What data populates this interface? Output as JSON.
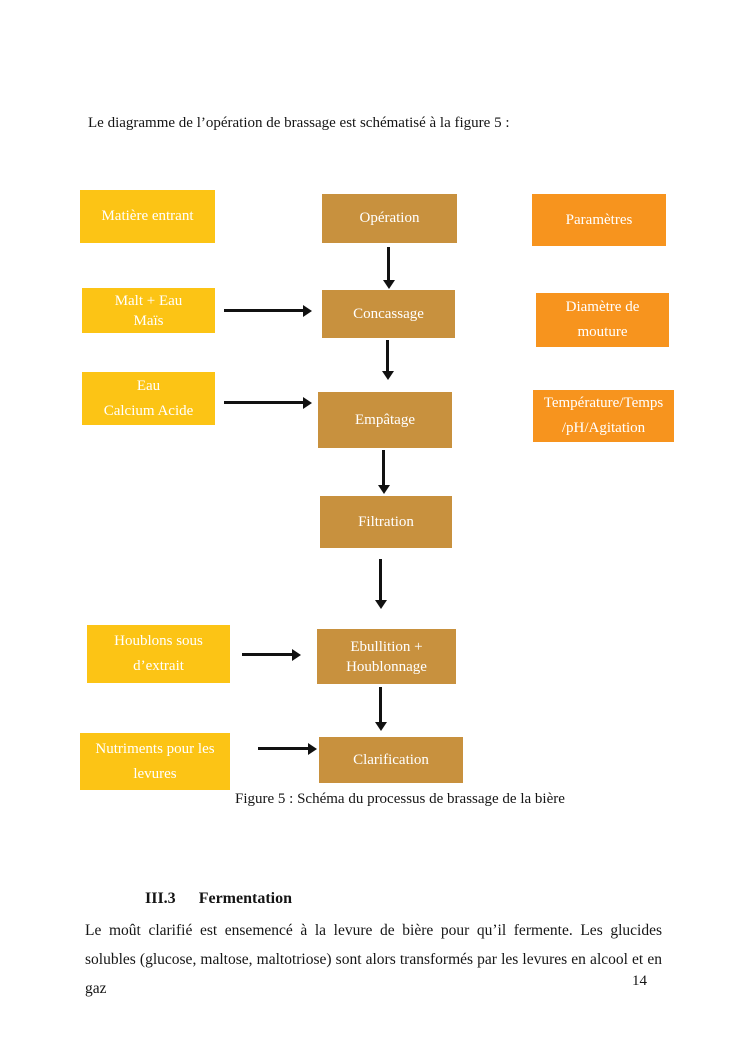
{
  "colors": {
    "input_box": "#FCC415",
    "operation_box": "#C8913E",
    "parameter_box": "#F7941E",
    "arrow": "#111111",
    "box_text": "#FFFFFF",
    "text": "#151515"
  },
  "document": {
    "intro": "Le diagramme de l’opération de brassage est schématisé à la figure 5 :",
    "figure_caption": "Figure 5 : Schéma du processus de brassage de la bière",
    "section": {
      "number": "III.3",
      "title": "Fermentation"
    },
    "body": "Le moût clarifié est ensemencé à la levure de bière pour qu’il fermente. Les glucides solubles (glucose, maltose, maltotriose) sont alors transformés par les levures en alcool et en gaz",
    "page_number": "14"
  },
  "diagram": {
    "inputs": [
      {
        "lines": [
          "Matière entrant"
        ]
      },
      {
        "lines": [
          "Malt + Eau",
          "Maïs"
        ]
      },
      {
        "lines": [
          "Eau",
          "Calcium Acide"
        ]
      },
      {
        "lines": [
          "Houblons sous",
          "d’extrait"
        ]
      },
      {
        "lines": [
          "Nutriments pour les",
          "levures"
        ]
      }
    ],
    "operations": [
      {
        "lines": [
          "Opération"
        ]
      },
      {
        "lines": [
          "Concassage"
        ]
      },
      {
        "lines": [
          "Empâtage"
        ]
      },
      {
        "lines": [
          "Filtration"
        ]
      },
      {
        "lines": [
          "Ebullition +",
          "Houblonnage"
        ]
      },
      {
        "lines": [
          "Clarification"
        ]
      }
    ],
    "parameters": [
      {
        "lines": [
          "Paramètres"
        ]
      },
      {
        "lines": [
          "Diamètre de",
          "mouture"
        ]
      },
      {
        "lines": [
          "Température/Temps",
          "/pH/Agitation"
        ]
      }
    ]
  }
}
